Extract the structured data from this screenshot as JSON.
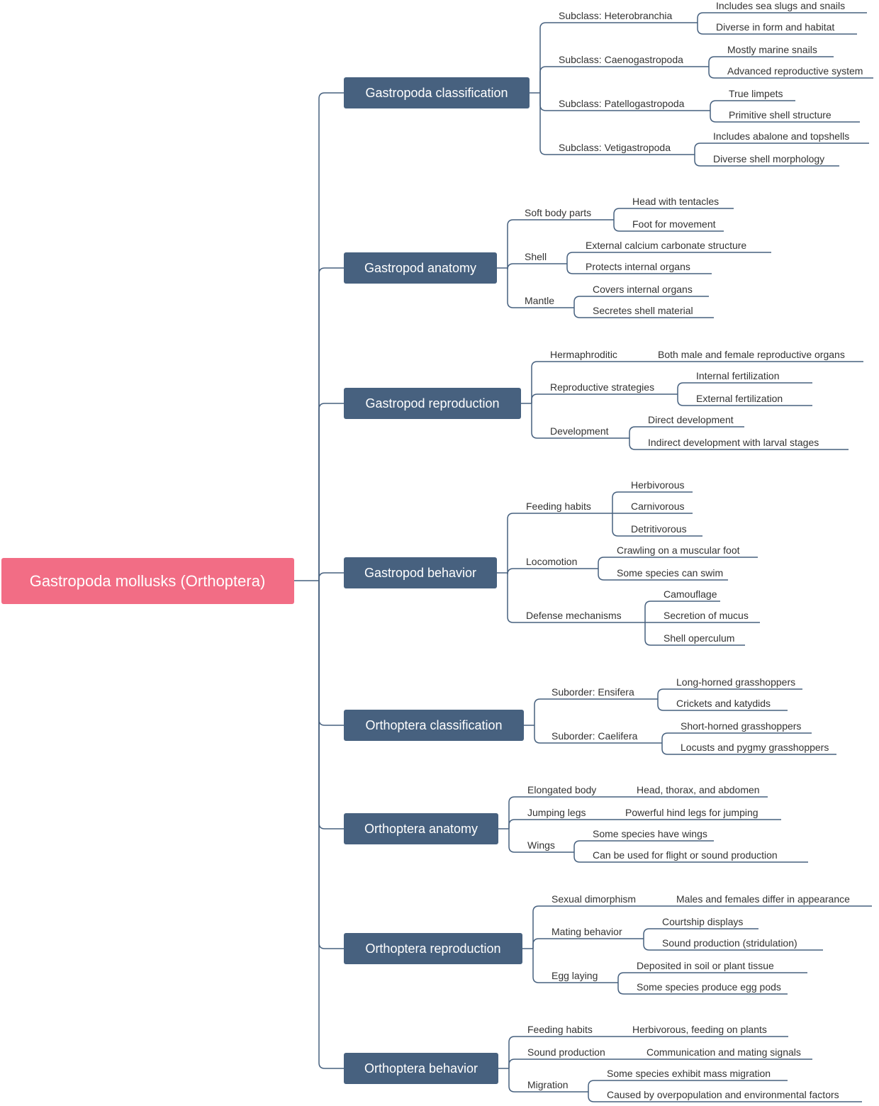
{
  "colors": {
    "root": "#f26d85",
    "branch": "#47617f",
    "line": "#47617f",
    "text": "#333333"
  },
  "root": {
    "label": "Gastropoda mollusks (Orthoptera)"
  },
  "branches": [
    {
      "label": "Gastropoda classification",
      "children": [
        {
          "label": "Subclass: Heterobranchia",
          "children": [
            {
              "label": "Includes sea slugs and snails"
            },
            {
              "label": "Diverse in form and habitat"
            }
          ]
        },
        {
          "label": "Subclass: Caenogastropoda",
          "children": [
            {
              "label": "Mostly marine snails"
            },
            {
              "label": "Advanced reproductive system"
            }
          ]
        },
        {
          "label": "Subclass: Patellogastropoda",
          "children": [
            {
              "label": "True limpets"
            },
            {
              "label": "Primitive shell structure"
            }
          ]
        },
        {
          "label": "Subclass: Vetigastropoda",
          "children": [
            {
              "label": "Includes abalone and topshells"
            },
            {
              "label": "Diverse shell morphology"
            }
          ]
        }
      ]
    },
    {
      "label": "Gastropod anatomy",
      "children": [
        {
          "label": "Soft body parts",
          "children": [
            {
              "label": "Head with tentacles"
            },
            {
              "label": "Foot for movement"
            }
          ]
        },
        {
          "label": "Shell",
          "children": [
            {
              "label": "External calcium carbonate structure"
            },
            {
              "label": "Protects internal organs"
            }
          ]
        },
        {
          "label": "Mantle",
          "children": [
            {
              "label": "Covers internal organs"
            },
            {
              "label": "Secretes shell material"
            }
          ]
        }
      ]
    },
    {
      "label": "Gastropod reproduction",
      "children": [
        {
          "label": "Hermaphroditic",
          "children": [
            {
              "label": "Both male and female reproductive organs"
            }
          ]
        },
        {
          "label": "Reproductive strategies",
          "children": [
            {
              "label": "Internal fertilization"
            },
            {
              "label": "External fertilization"
            }
          ]
        },
        {
          "label": "Development",
          "children": [
            {
              "label": "Direct development"
            },
            {
              "label": "Indirect development with larval stages"
            }
          ]
        }
      ]
    },
    {
      "label": "Gastropod behavior",
      "children": [
        {
          "label": "Feeding habits",
          "children": [
            {
              "label": "Herbivorous"
            },
            {
              "label": "Carnivorous"
            },
            {
              "label": "Detritivorous"
            }
          ]
        },
        {
          "label": "Locomotion",
          "children": [
            {
              "label": "Crawling on a muscular foot"
            },
            {
              "label": "Some species can swim"
            }
          ]
        },
        {
          "label": "Defense mechanisms",
          "children": [
            {
              "label": "Camouflage"
            },
            {
              "label": "Secretion of mucus"
            },
            {
              "label": "Shell operculum"
            }
          ]
        }
      ]
    },
    {
      "label": "Orthoptera classification",
      "children": [
        {
          "label": "Suborder: Ensifera",
          "children": [
            {
              "label": "Long-horned grasshoppers"
            },
            {
              "label": "Crickets and katydids"
            }
          ]
        },
        {
          "label": "Suborder: Caelifera",
          "children": [
            {
              "label": "Short-horned grasshoppers"
            },
            {
              "label": "Locusts and pygmy grasshoppers"
            }
          ]
        }
      ]
    },
    {
      "label": "Orthoptera anatomy",
      "children": [
        {
          "label": "Elongated body",
          "children": [
            {
              "label": "Head, thorax, and abdomen"
            }
          ]
        },
        {
          "label": "Jumping legs",
          "children": [
            {
              "label": "Powerful hind legs for jumping"
            }
          ]
        },
        {
          "label": "Wings",
          "children": [
            {
              "label": "Some species have wings"
            },
            {
              "label": "Can be used for flight or sound production"
            }
          ]
        }
      ]
    },
    {
      "label": "Orthoptera reproduction",
      "children": [
        {
          "label": "Sexual dimorphism",
          "children": [
            {
              "label": "Males and females differ in appearance"
            }
          ]
        },
        {
          "label": "Mating behavior",
          "children": [
            {
              "label": "Courtship displays"
            },
            {
              "label": "Sound production (stridulation)"
            }
          ]
        },
        {
          "label": "Egg laying",
          "children": [
            {
              "label": "Deposited in soil or plant tissue"
            },
            {
              "label": "Some species produce egg pods"
            }
          ]
        }
      ]
    },
    {
      "label": "Orthoptera behavior",
      "children": [
        {
          "label": "Feeding habits",
          "children": [
            {
              "label": "Herbivorous, feeding on plants"
            }
          ]
        },
        {
          "label": "Sound production",
          "children": [
            {
              "label": "Communication and mating signals"
            }
          ]
        },
        {
          "label": "Migration",
          "children": [
            {
              "label": "Some species exhibit mass migration"
            },
            {
              "label": "Caused by overpopulation and environmental factors"
            }
          ]
        }
      ]
    }
  ]
}
